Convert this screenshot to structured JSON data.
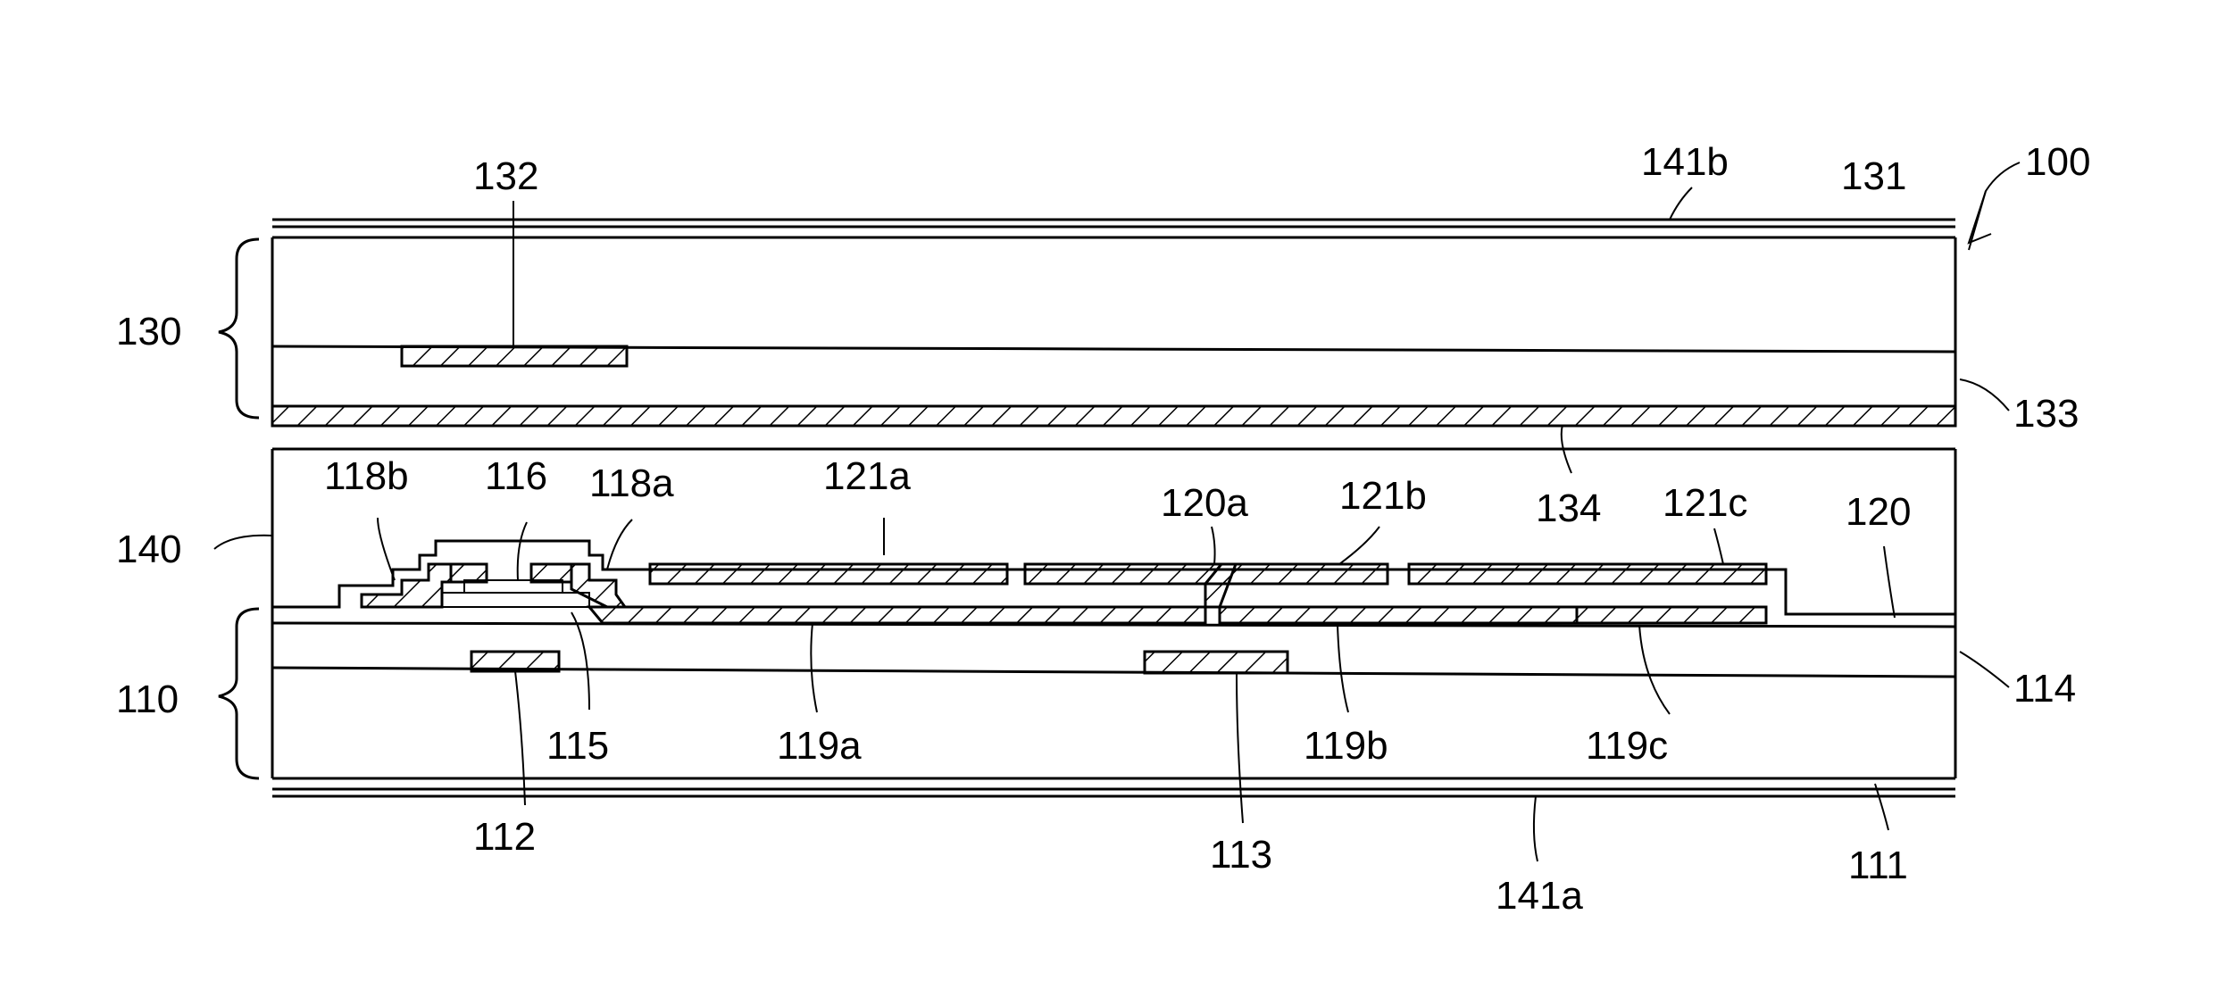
{
  "labels": {
    "l100": "100",
    "l131": "131",
    "l141b": "141b",
    "l132": "132",
    "l130": "130",
    "l133": "133",
    "l134": "134",
    "l140": "140",
    "l118b": "118b",
    "l116": "116",
    "l118a": "118a",
    "l121a": "121a",
    "l120a": "120a",
    "l121b": "121b",
    "l121c": "121c",
    "l120": "120",
    "l110": "110",
    "l114": "114",
    "l115": "115",
    "l119a": "119a",
    "l119b": "119b",
    "l119c": "119c",
    "l112": "112",
    "l113": "113",
    "l111": "111",
    "l141a": "141a"
  }
}
